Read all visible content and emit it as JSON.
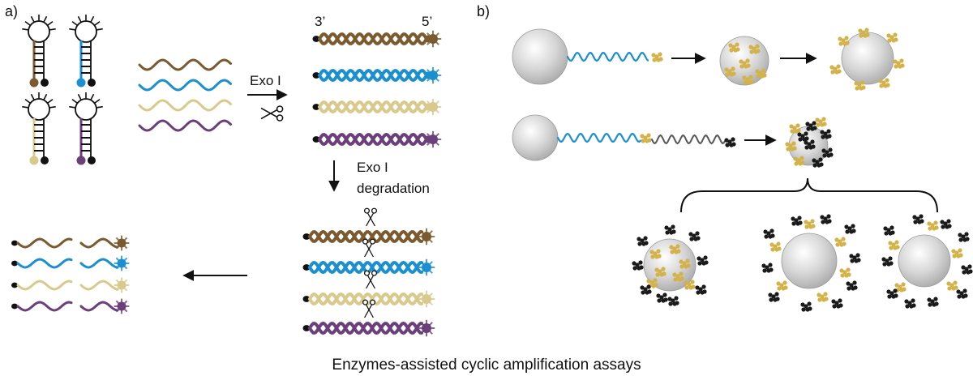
{
  "panel_a_label": "a)",
  "panel_b_label": "b)",
  "end_3_label": "3’",
  "end_5_label": "5’",
  "exo_label": "Exo I",
  "degradation_line1": "Exo I",
  "degradation_line2": "degradation",
  "caption": "Enzymes-assisted cyclic amplification assays",
  "colors": {
    "brown": "#7a5a2e",
    "blue": "#1b8fcf",
    "tan": "#d9c98c",
    "purple": "#6b3f7a",
    "grey_strand": "#555555",
    "bead": "#c8c8c8",
    "gold": "#d4b24a",
    "black": "#1a1a1a"
  },
  "icons": [
    "hairpin-probe-icon",
    "scissors-icon",
    "quencher-dot-icon",
    "fluorophore-icon",
    "magnetic-bead-icon",
    "nanoparticle-cluster-icon"
  ]
}
